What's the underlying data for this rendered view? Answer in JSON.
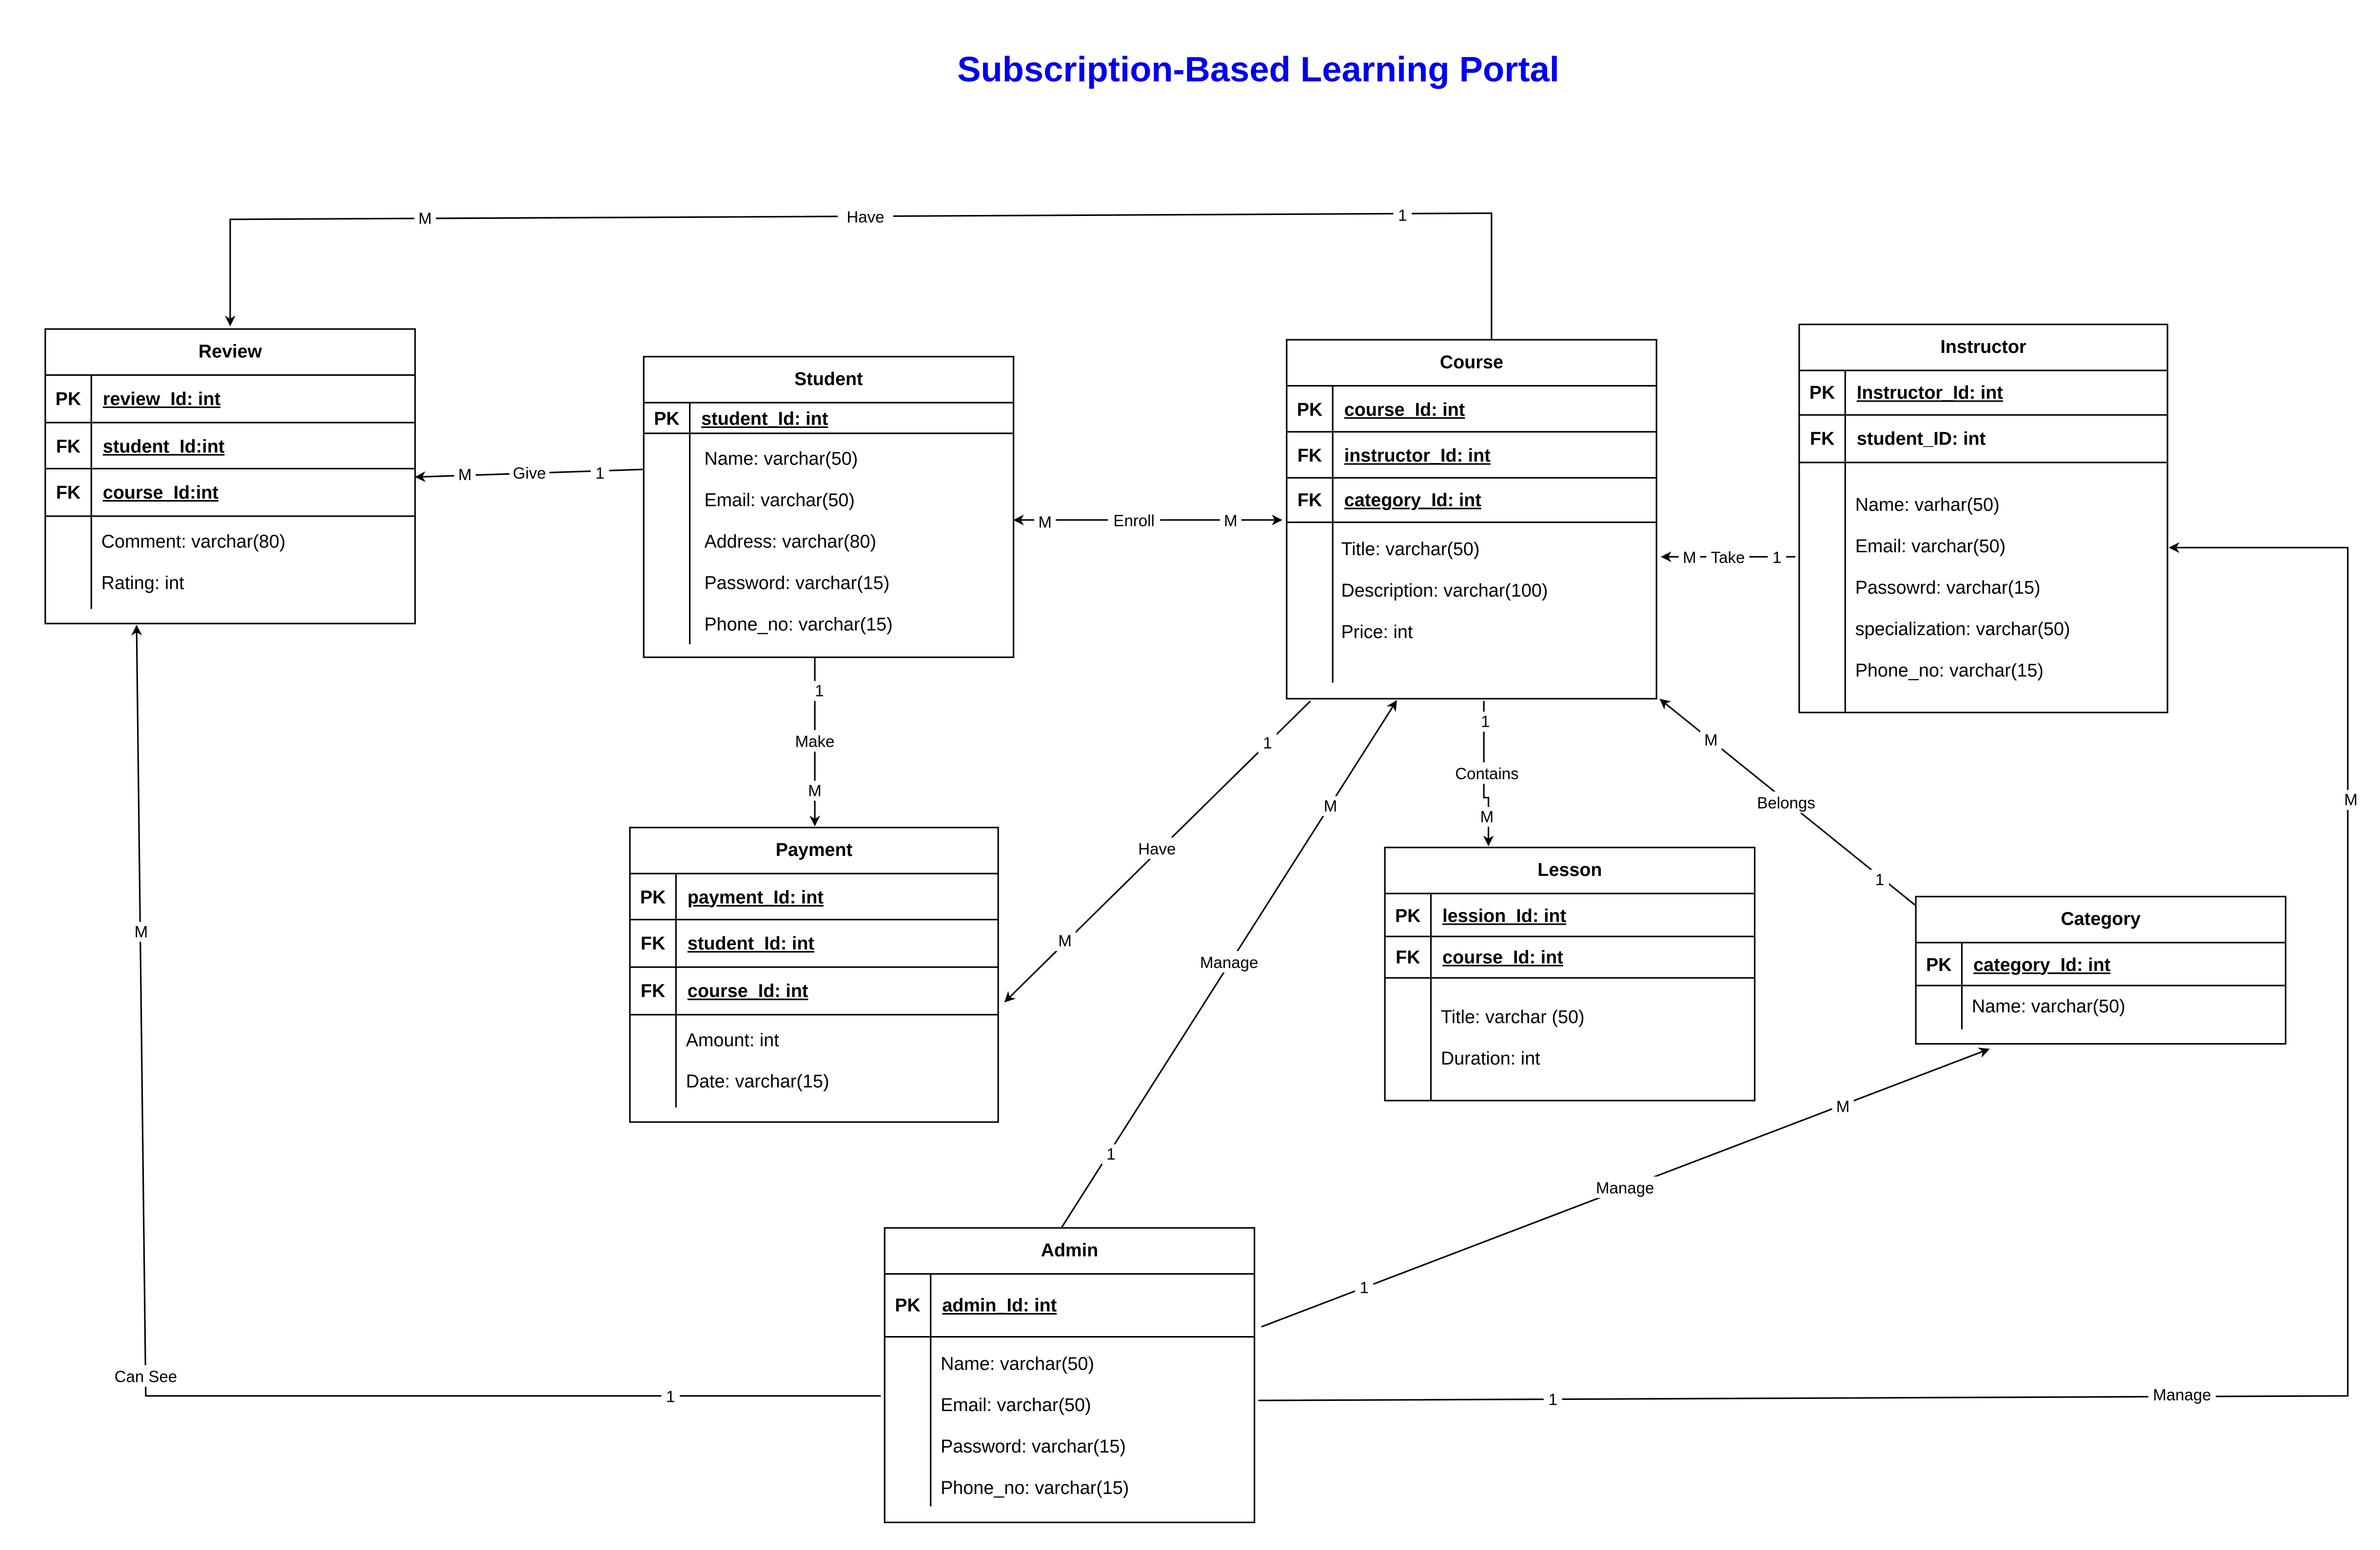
{
  "title": "Subscription-Based Learning Portal",
  "entities": {
    "review": {
      "name": "Review",
      "keys": [
        {
          "type": "PK",
          "name": "review_Id: int"
        },
        {
          "type": "FK",
          "name": "student_Id:int"
        },
        {
          "type": "FK",
          "name": "course_Id:int"
        }
      ],
      "attrs": [
        "Comment: varchar(80)",
        "Rating: int"
      ]
    },
    "student": {
      "name": "Student",
      "keys": [
        {
          "type": "PK",
          "name": "student_Id: int"
        }
      ],
      "attrs": [
        "Name: varchar(50)",
        "Email: varchar(50)",
        "Address: varchar(80)",
        "Password: varchar(15)",
        "Phone_no: varchar(15)"
      ]
    },
    "course": {
      "name": "Course",
      "keys": [
        {
          "type": "PK",
          "name": "course_Id: int"
        },
        {
          "type": "FK",
          "name": "instructor_Id: int"
        },
        {
          "type": "FK",
          "name": "category_Id: int"
        }
      ],
      "attrs": [
        "Title: varchar(50)",
        "Description: varchar(100)",
        "Price: int"
      ]
    },
    "instructor": {
      "name": "Instructor",
      "keys": [
        {
          "type": "PK",
          "name": "Instructor_Id: int"
        },
        {
          "type": "FK",
          "name": "student_ID: int"
        }
      ],
      "attrs": [
        "Name: varhar(50)",
        "Email: varchar(50)",
        "Passowrd: varchar(15)",
        "specialization: varchar(50)",
        "Phone_no: varchar(15)"
      ]
    },
    "payment": {
      "name": "Payment",
      "keys": [
        {
          "type": "PK",
          "name": "payment_Id: int"
        },
        {
          "type": "FK",
          "name": "student_Id: int"
        },
        {
          "type": "FK",
          "name": "course_Id: int"
        }
      ],
      "attrs": [
        "Amount: int",
        "Date: varchar(15)"
      ]
    },
    "lesson": {
      "name": "Lesson",
      "keys": [
        {
          "type": "PK",
          "name": "lession_Id: int"
        },
        {
          "type": "FK",
          "name": "course_Id: int"
        }
      ],
      "attrs": [
        "Title: varchar (50)",
        "Duration: int"
      ]
    },
    "category": {
      "name": "Category",
      "keys": [
        {
          "type": "PK",
          "name": "category_Id: int"
        }
      ],
      "attrs": [
        "Name: varchar(50)"
      ]
    },
    "admin": {
      "name": "Admin",
      "keys": [
        {
          "type": "PK",
          "name": "admin_Id: int"
        }
      ],
      "attrs": [
        "Name: varchar(50)",
        "Email: varchar(50)",
        "Password: varchar(15)",
        "Phone_no: varchar(15)"
      ]
    }
  },
  "relationships": [
    {
      "id": "course-review",
      "name": "Have",
      "from_card": "1",
      "to_card": "M"
    },
    {
      "id": "student-review",
      "name": "Give",
      "from_card": "1",
      "to_card": "M"
    },
    {
      "id": "student-course",
      "name": "Enroll",
      "from_card": "M",
      "to_card": "M"
    },
    {
      "id": "instructor-course",
      "name": "Take",
      "from_card": "1",
      "to_card": "M"
    },
    {
      "id": "student-payment",
      "name": "Make",
      "from_card": "1",
      "to_card": "M"
    },
    {
      "id": "course-payment",
      "name": "Have",
      "from_card": "1",
      "to_card": "M"
    },
    {
      "id": "course-lesson",
      "name": "Contains",
      "from_card": "1",
      "to_card": "M"
    },
    {
      "id": "category-course",
      "name": "Belongs",
      "from_card": "1",
      "to_card": "M"
    },
    {
      "id": "admin-course",
      "name": "Manage",
      "from_card": "1",
      "to_card": "M"
    },
    {
      "id": "admin-category",
      "name": "Manage",
      "from_card": "1",
      "to_card": "M"
    },
    {
      "id": "admin-review",
      "name": "Can See",
      "from_card": "1",
      "to_card": "M"
    },
    {
      "id": "admin-instructor",
      "name": "Manage",
      "from_card": "1",
      "to_card": "M"
    }
  ]
}
